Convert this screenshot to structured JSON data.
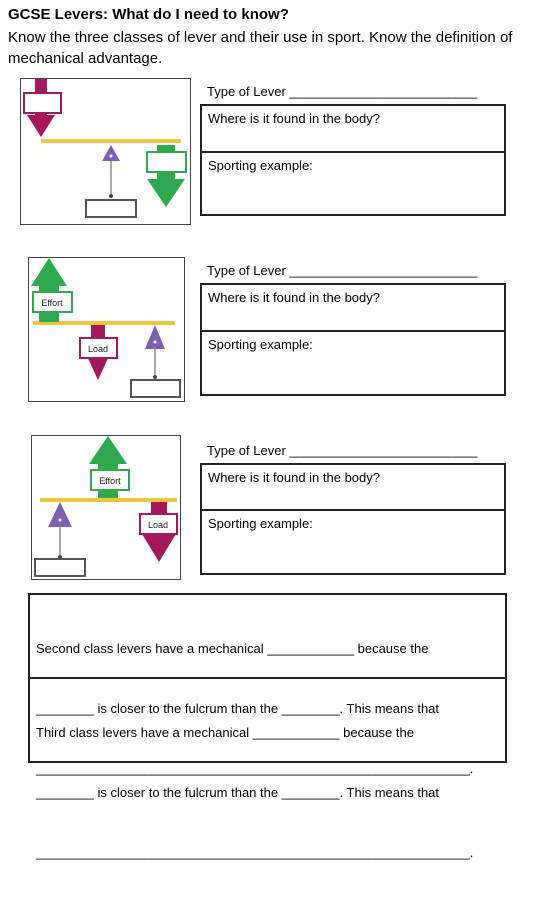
{
  "header": {
    "title": "GCSE Levers: What do I need to know?",
    "subtitle": "Know the three classes of lever and their use in sport. Know the definition of mechanical advantage."
  },
  "colors": {
    "lever_bar": "#efc53e",
    "effort_green": "#2fa84f",
    "load_magenta": "#a3195b",
    "fulcrum_purple": "#7b5fb0"
  },
  "levers": [
    {
      "type_label": "Type of Lever __________________________",
      "body_label": "Where is it found in the body?",
      "sport_label": "Sporting example:",
      "diagram_labels": {
        "effort": "",
        "load": "",
        "fulcrum": ""
      }
    },
    {
      "type_label": "Type of Lever __________________________",
      "body_label": "Where is it found in the body?",
      "sport_label": "Sporting example:",
      "diagram_labels": {
        "effort": "Effort",
        "load": "Load",
        "fulcrum": ""
      }
    },
    {
      "type_label": "Type of Lever __________________________",
      "body_label": "Where is it found in the body?",
      "sport_label": "Sporting example:",
      "diagram_labels": {
        "effort": "Effort",
        "load": "Load",
        "fulcrum": ""
      }
    }
  ],
  "summary": {
    "second": {
      "line1": "Second class levers have a mechanical ____________ because the",
      "line2": "________ is closer to the fulcrum than the ________. This means that",
      "line3": "____________________________________________________________."
    },
    "third": {
      "line1": "Third class levers have a mechanical ____________ because the",
      "line2": "________ is closer to the fulcrum than the ________. This means that",
      "line3": "____________________________________________________________."
    }
  }
}
